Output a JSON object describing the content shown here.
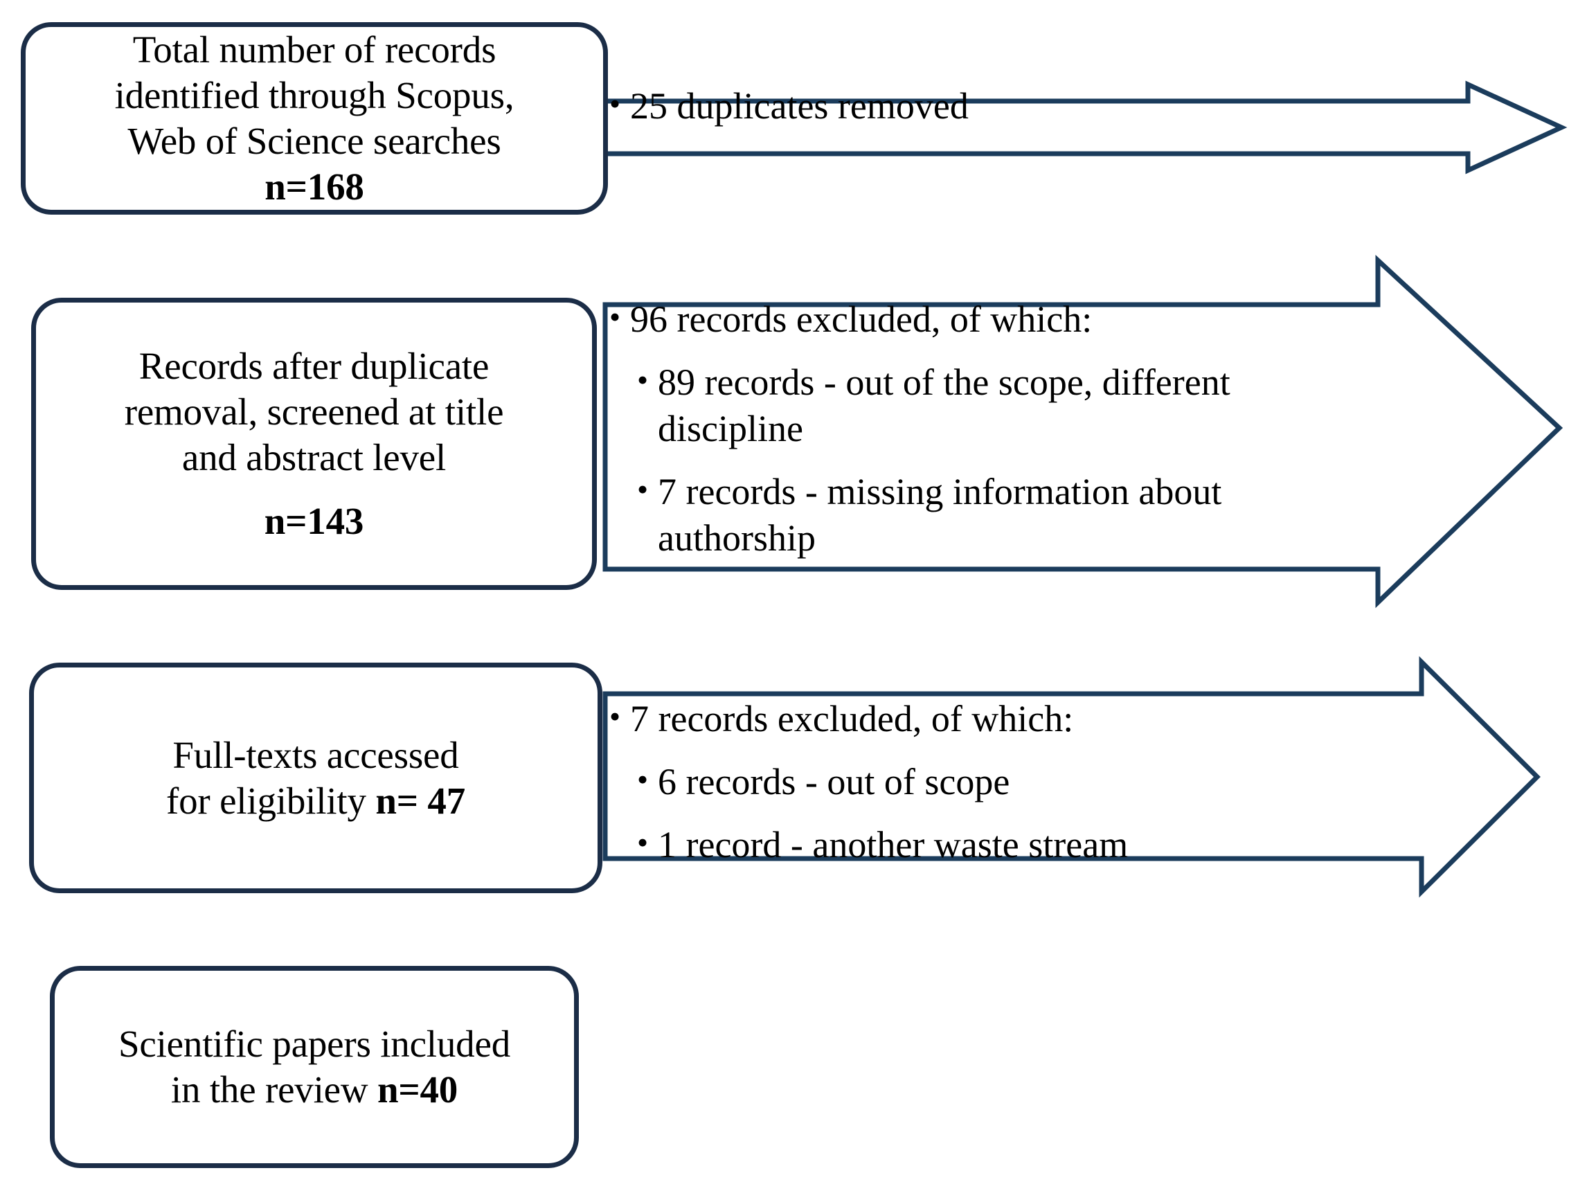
{
  "diagram": {
    "title": "PRISMA study selection flow diagram",
    "colors": {
      "box_border": "#1b2d47",
      "arrow_stroke": "#1b3c5c",
      "background": "#ffffff",
      "text": "#000000"
    },
    "bullet_glyph": "•",
    "stages": [
      {
        "id": "identification",
        "lines": [
          "Total number of records",
          "identified through Scopus,",
          "Web of Science searches"
        ],
        "count_label": "n=168"
      },
      {
        "id": "screening",
        "lines": [
          "Records after duplicate",
          "removal, screened at title",
          "and abstract level"
        ],
        "count_label": "n=143"
      },
      {
        "id": "eligibility",
        "lines": [
          "Full-texts accessed",
          "for eligibility"
        ],
        "count_label": "n= 47",
        "count_inline": true
      },
      {
        "id": "included",
        "lines": [
          "Scientific papers included",
          "in the review"
        ],
        "count_label": "n=40",
        "count_inline": true
      }
    ],
    "exclusions": [
      {
        "id": "duplicates-removed",
        "primary": "25 duplicates removed",
        "sub_items": []
      },
      {
        "id": "title-abstract-excluded",
        "primary": "96 records excluded,  of which:",
        "sub_items": [
          "89 records - out of the scope, different\ndiscipline",
          "7 records - missing information about\nauthorship"
        ]
      },
      {
        "id": "fulltext-excluded",
        "primary": "7 records excluded,  of which:",
        "sub_items": [
          "6 records - out of scope",
          "1 record - another waste stream"
        ]
      }
    ]
  }
}
